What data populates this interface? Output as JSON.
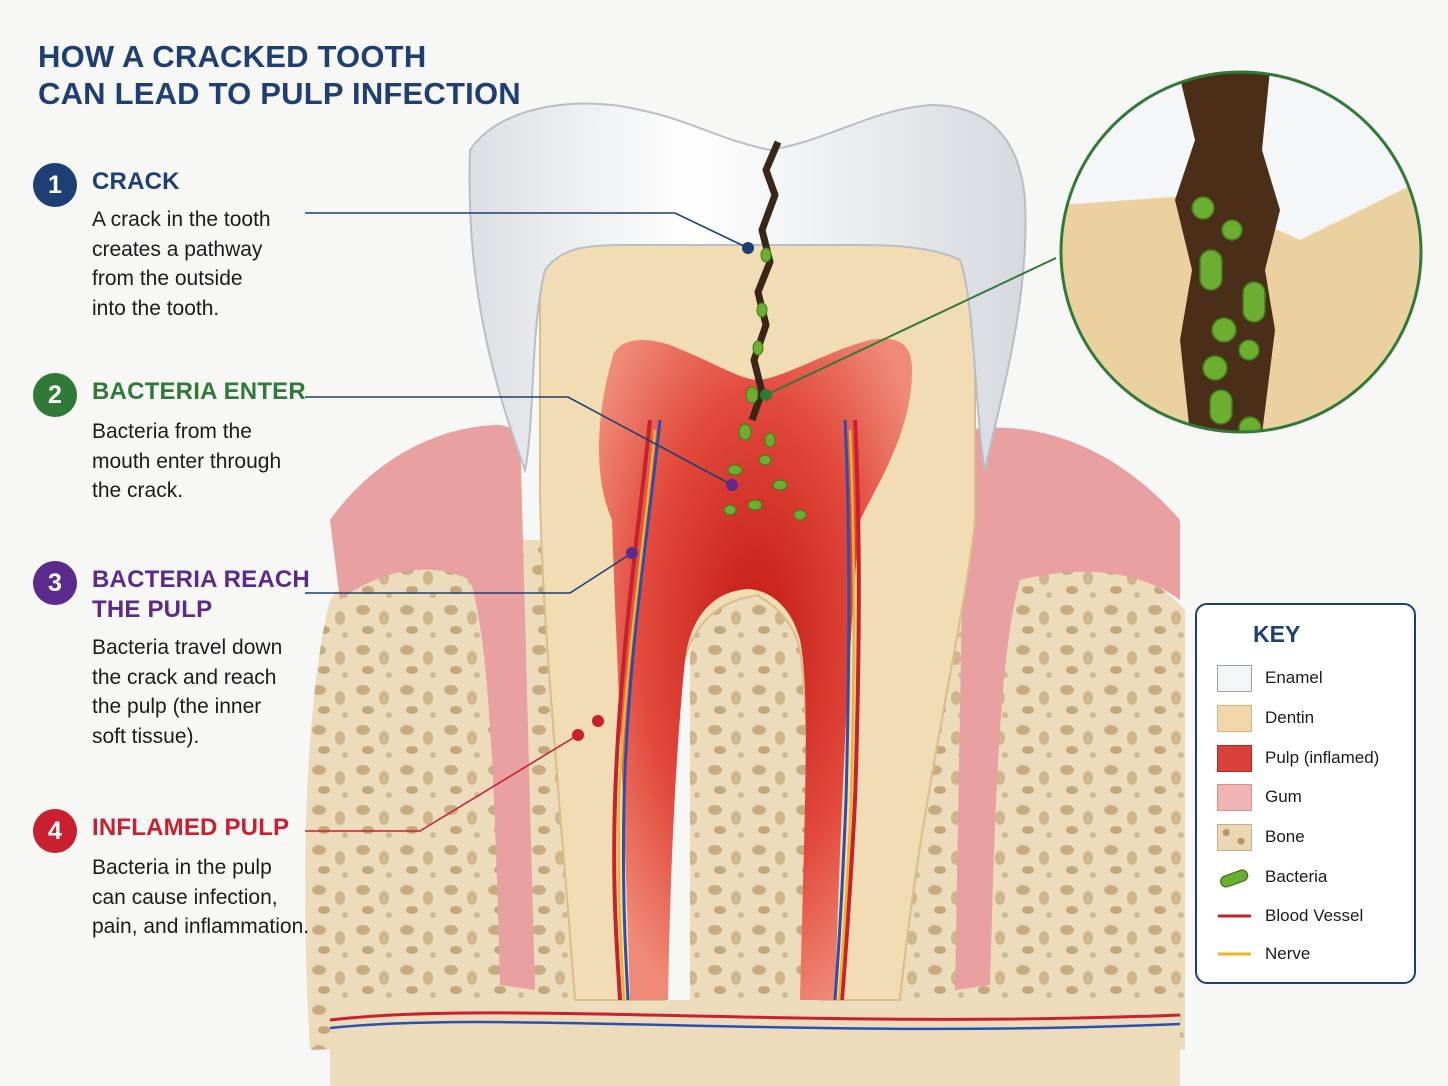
{
  "title": {
    "line1": "HOW A CRACKED TOOTH",
    "line2": "CAN LEAD TO PULP INFECTION"
  },
  "steps": [
    {
      "number": "1",
      "heading": [
        "CRACK"
      ],
      "color": "#1e3f73",
      "body": [
        "A crack in the tooth",
        "creates a pathway",
        "from the outside",
        "into the tooth."
      ]
    },
    {
      "number": "2",
      "heading": [
        "BACTERIA ENTER"
      ],
      "color": "#2f7a36",
      "body": [
        "Bacteria from the",
        "mouth enter through",
        "the crack."
      ]
    },
    {
      "number": "3",
      "heading": [
        "BACTERIA REACH",
        "THE PULP"
      ],
      "color": "#5a2a8c",
      "body": [
        "Bacteria travel down",
        "the crack and reach",
        "the pulp (the inner",
        "soft tissue)."
      ]
    },
    {
      "number": "4",
      "heading": [
        "INFLAMED PULP"
      ],
      "color": "#c8202f",
      "body": [
        "Bacteria in the pulp",
        "can cause infection,",
        "pain, and inflammation."
      ]
    }
  ],
  "key": {
    "title": "KEY",
    "items": [
      {
        "label": "Enamel",
        "icon": "enamel-swatch",
        "color": "#f3f5f7"
      },
      {
        "label": "Dentin",
        "icon": "dentin-swatch",
        "color": "#f1d7aa"
      },
      {
        "label": "Pulp (inflamed)",
        "icon": "pulp-swatch",
        "color": "#d8403a"
      },
      {
        "label": "Gum",
        "icon": "gum-swatch",
        "color": "#f1b4b4"
      },
      {
        "label": "Bone",
        "icon": "bone-swatch",
        "color": "#ead7b5"
      },
      {
        "label": "Bacteria",
        "icon": "bacteria-icon",
        "color": "#6cae2f"
      },
      {
        "label": "Blood Vessel",
        "icon": "blood-vessel-line",
        "color": "#c8202f"
      },
      {
        "label": "Nerve",
        "icon": "nerve-line",
        "color": "#f0b324"
      }
    ]
  },
  "colors": {
    "enamel": "#f4f5f6",
    "dentin": "#f0dcb4",
    "pulp": "#e0463c",
    "gum": "#e99a9b",
    "bone": "#ead8b6",
    "bacteria": "#6cae2f",
    "blood_vessel": "#c8202f",
    "vein": "#2a4fb0",
    "nerve": "#f0b324",
    "magnifier_border": "#2f7a36"
  }
}
